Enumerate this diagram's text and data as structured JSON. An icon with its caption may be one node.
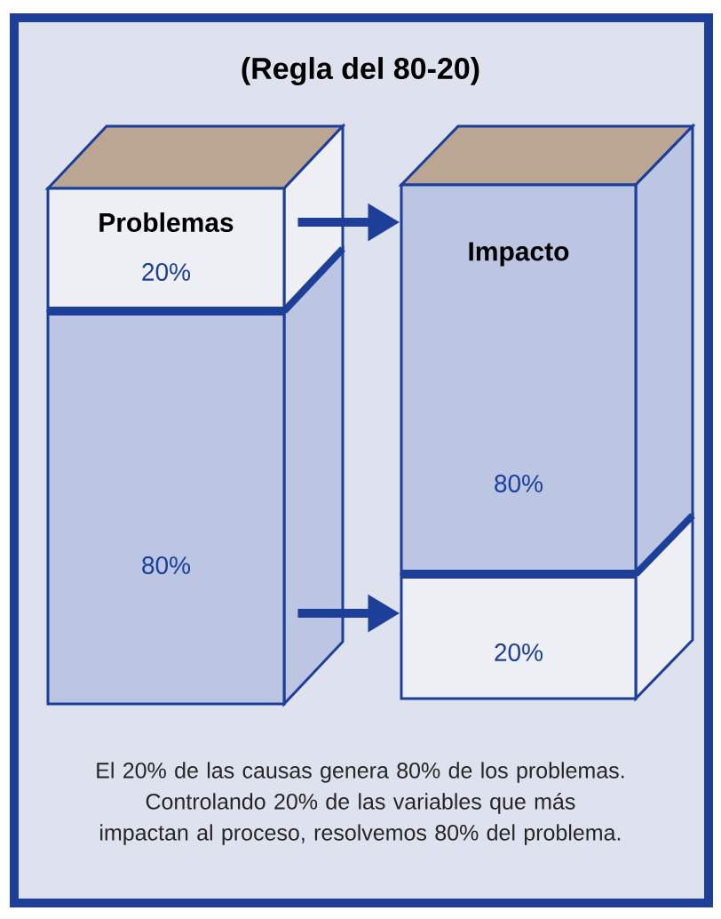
{
  "diagram": {
    "title": "(Regla del 80-20)",
    "nodes": [
      {
        "text": [
          "Problemas",
          "20%"
        ]
      },
      {
        "text": [
          "80%"
        ]
      },
      {
        "text": [
          "Impacto",
          "80%"
        ]
      },
      {
        "text": [
          "20%"
        ]
      }
    ],
    "edges": [
      {
        "from": 0,
        "to": 2,
        "arrow": "to"
      },
      {
        "from": 1,
        "to": 3,
        "arrow": "to"
      }
    ],
    "caption": "El 20% de las causas genera 80% de los problemas. Controlando 20% de las variables que más impactan al proceso, resolvemos 80% del problema."
  }
}
